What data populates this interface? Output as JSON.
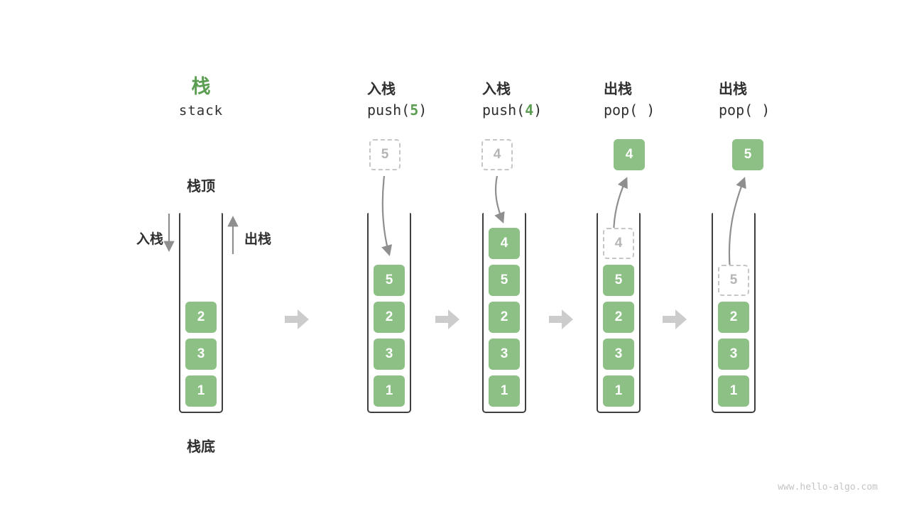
{
  "watermark": "www.hello-algo.com",
  "colors": {
    "accent_green": "#5b9e51",
    "box_green": "#8cc084",
    "ghost_gray": "#b5b5b5",
    "arrow_gray": "#8f8f8f",
    "chevron_gray": "#cccccc",
    "text_dark": "#2f2f2f"
  },
  "legend": {
    "title_zh": "栈",
    "title_en": "stack",
    "stack_top_label": "栈顶",
    "stack_bottom_label": "栈底",
    "push_label": "入栈",
    "pop_label": "出栈"
  },
  "columns": [
    {
      "stack": [
        "2",
        "3",
        "1"
      ]
    },
    {
      "op": "入栈",
      "call_fn": "push(",
      "call_arg": "5",
      "call_close": ")",
      "floating": "5",
      "stack": [
        "5",
        "2",
        "3",
        "1"
      ]
    },
    {
      "op": "入栈",
      "call_fn": "push(",
      "call_arg": "4",
      "call_close": ")",
      "floating": "4",
      "stack": [
        "4",
        "5",
        "2",
        "3",
        "1"
      ]
    },
    {
      "op": "出栈",
      "call_fn": "pop(",
      "call_arg": " ",
      "call_close": ")",
      "floating": "4",
      "ghost": "4",
      "stack": [
        "5",
        "2",
        "3",
        "1"
      ]
    },
    {
      "op": "出栈",
      "call_fn": "pop(",
      "call_arg": " ",
      "call_close": ")",
      "floating": "5",
      "ghost": "5",
      "stack": [
        "2",
        "3",
        "1"
      ]
    }
  ]
}
